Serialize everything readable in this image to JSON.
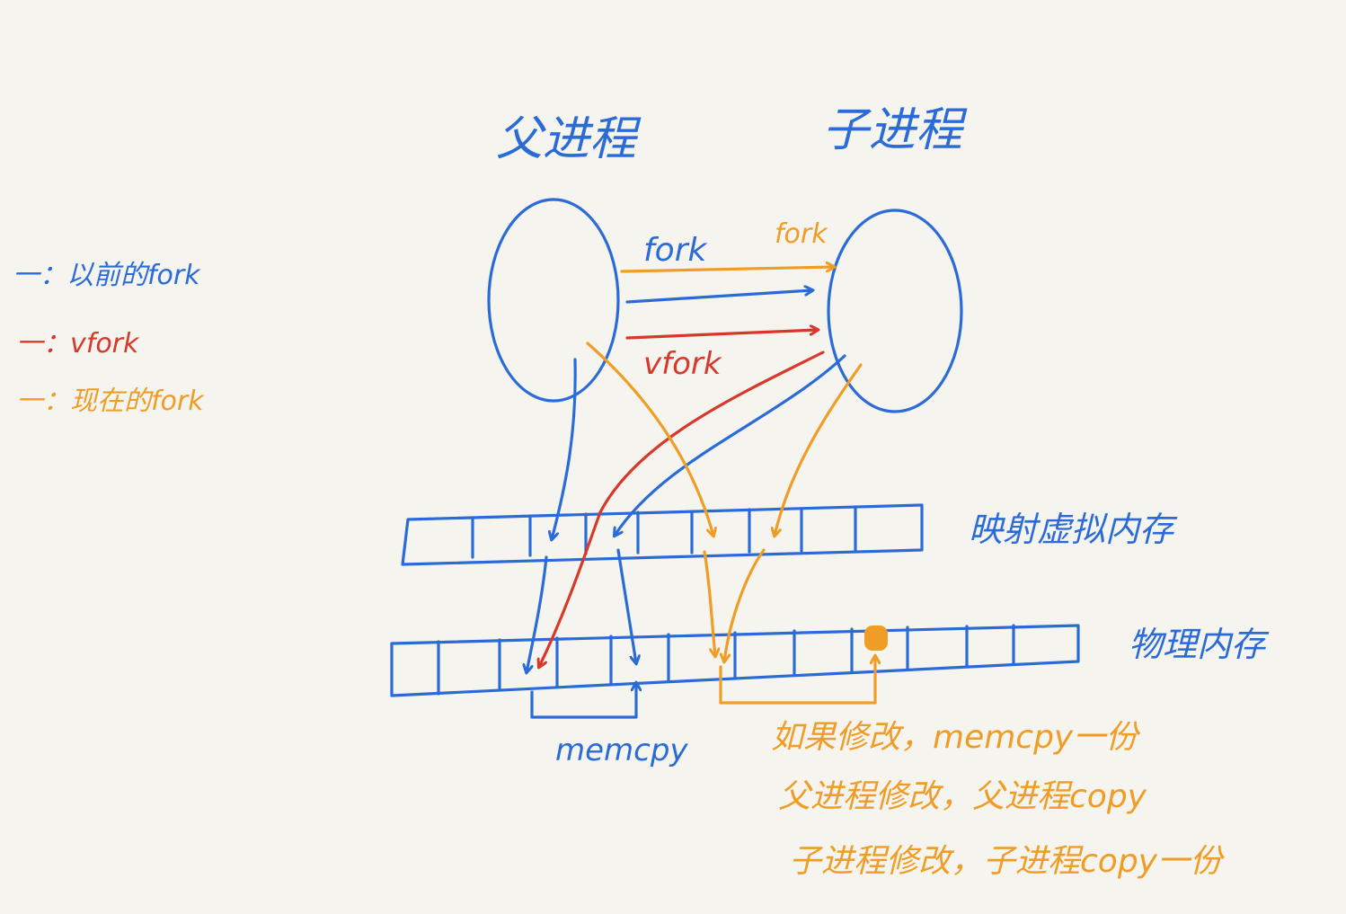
{
  "colors": {
    "previous_fork": "#2a6bd8",
    "vfork": "#d8382a",
    "current_fork": "#ef9d26",
    "background": "#f6f4ef"
  },
  "legend": {
    "previous_fork": "一：以前的fork",
    "vfork": "一：vfork",
    "current_fork": "一：现在的fork"
  },
  "nodes": {
    "parent_label": "父进程",
    "child_label": "子进程"
  },
  "arrows": {
    "fork_blue": "fork",
    "fork_orange": "fork",
    "vfork": "vfork"
  },
  "memory": {
    "virtual_label": "映射虚拟内存",
    "physical_label": "物理内存",
    "memcpy_label": "memcpy"
  },
  "notes": {
    "line1": "如果修改，memcpy一份",
    "line2": "父进程修改，父进程copy",
    "line3": "子进程修改，子进程copy一份"
  }
}
